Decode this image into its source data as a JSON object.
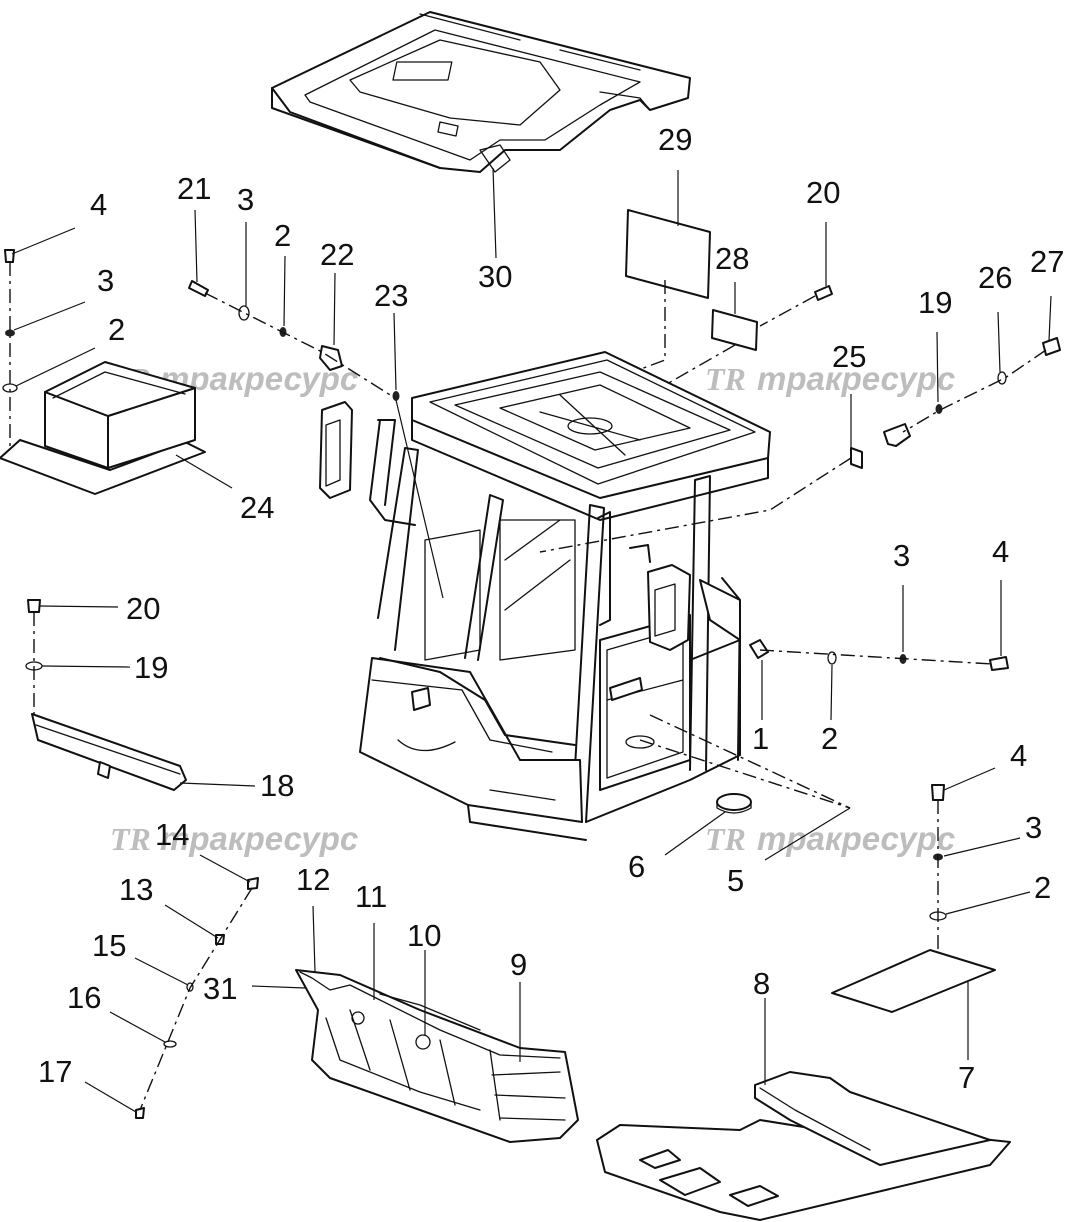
{
  "watermark": {
    "logo": "TR",
    "text": "тракресурс",
    "color": "#bdbdbd"
  },
  "callouts": {
    "c30": "30",
    "c29": "29",
    "c28": "28",
    "c20a": "20",
    "c21": "21",
    "c3a": "3",
    "c2a": "2",
    "c22": "22",
    "c23": "23",
    "c4a": "4",
    "c3b": "3",
    "c2b": "2",
    "c24": "24",
    "c19a": "19",
    "c26": "26",
    "c27": "27",
    "c25": "25",
    "c3c": "3",
    "c4b": "4",
    "c20b": "20",
    "c19b": "19",
    "c18": "18",
    "c1": "1",
    "c2c": "2",
    "c4c": "4",
    "c3d": "3",
    "c2d": "2",
    "c6": "6",
    "c5": "5",
    "c14": "14",
    "c13": "13",
    "c12": "12",
    "c11": "11",
    "c10": "10",
    "c9": "9",
    "c15": "15",
    "c31": "31",
    "c16": "16",
    "c17": "17",
    "c8": "8",
    "c7": "7"
  }
}
